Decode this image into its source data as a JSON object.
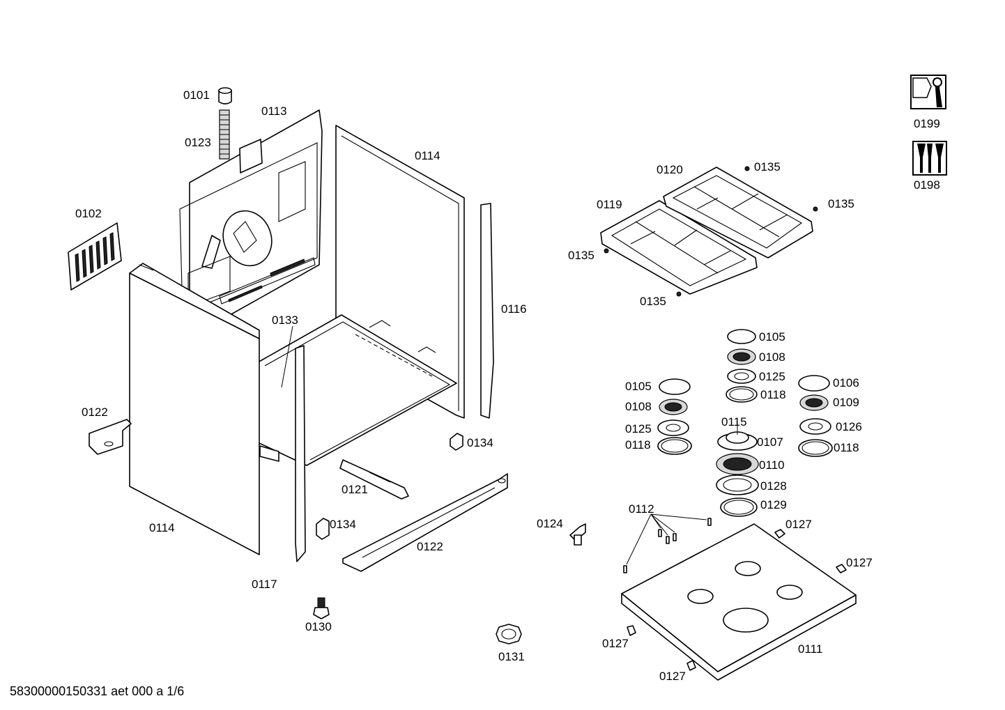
{
  "labels": {
    "p0101": "0101",
    "p0113": "0113",
    "p0123": "0123",
    "p0114a": "0114",
    "p0102": "0102",
    "p0133": "0133",
    "p0116": "0116",
    "p0122a": "0122",
    "p0134a": "0134",
    "p0121": "0121",
    "p0114b": "0114",
    "p0134b": "0134",
    "p0122b": "0122",
    "p0117": "0117",
    "p0130": "0130",
    "p0131": "0131",
    "p0124": "0124",
    "p0120": "0120",
    "p0135a": "0135",
    "p0119": "0119",
    "p0135b": "0135",
    "p0135c": "0135",
    "p0135d": "0135",
    "p0105a": "0105",
    "p0108a": "0108",
    "p0125a": "0125",
    "p0118a": "0118",
    "p0105b": "0105",
    "p0108b": "0108",
    "p0125b": "0125",
    "p0118b": "0118",
    "p0106": "0106",
    "p0109": "0109",
    "p0126": "0126",
    "p0118c": "0118",
    "p0115": "0115",
    "p0107": "0107",
    "p0110": "0110",
    "p0128": "0128",
    "p0129": "0129",
    "p0112": "0112",
    "p0127a": "0127",
    "p0127b": "0127",
    "p0127c": "0127",
    "p0127d": "0127",
    "p0111": "0111",
    "p0199": "0199",
    "p0198": "0198"
  },
  "footer": "58300000150331 aet 000 a 1/6",
  "icons": {
    "service": "wrench-icon",
    "tools": "screwdriver-set-icon"
  }
}
